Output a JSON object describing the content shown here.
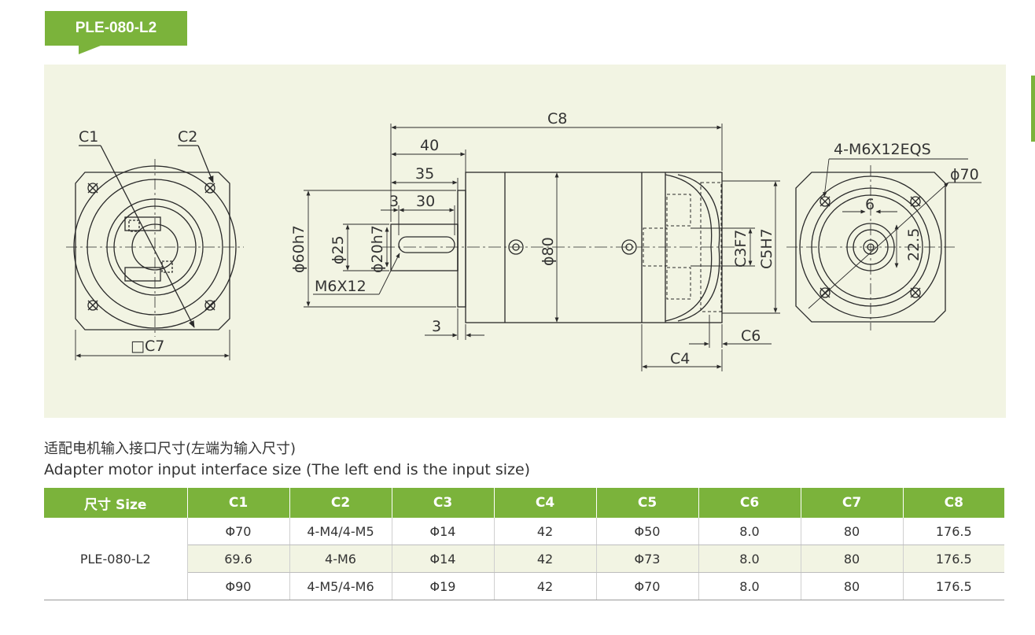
{
  "colors": {
    "accent": "#7bb33b",
    "panel": "#f2f4e3",
    "line": "#2a2a2a"
  },
  "header": {
    "model_tag": "PLE-080-L2"
  },
  "drawing": {
    "labels": {
      "c1": "C1",
      "c2": "C2",
      "c7": "□C7",
      "c8": "C8",
      "d40": "40",
      "d35": "35",
      "d3a": "3",
      "d30": "30",
      "d3b": "3",
      "phi60": "ϕ60h7",
      "phi25": "ϕ25",
      "phi20": "ϕ20h7",
      "m6x12": "M6X12",
      "phi80": "ϕ80",
      "c3f7": "C3F7",
      "c5h7": "C5H7",
      "c6": "C6",
      "c4": "C4",
      "holes": "4-M6X12EQS",
      "phi70": "ϕ70",
      "d6": "6",
      "d22_5": "22.5"
    }
  },
  "section": {
    "title_cn": "适配电机输入接口尺寸(左端为输入尺寸)",
    "title_en": "Adapter motor input interface size (The left end is the input size)"
  },
  "table": {
    "headers": [
      "尺寸 Size",
      "C1",
      "C2",
      "C3",
      "C4",
      "C5",
      "C6",
      "C7",
      "C8"
    ],
    "model": "PLE-080-L2",
    "rows": [
      [
        "Φ70",
        "4-M4/4-M5",
        "Φ14",
        "42",
        "Φ50",
        "8.0",
        "80",
        "176.5"
      ],
      [
        "69.6",
        "4-M6",
        "Φ14",
        "42",
        "Φ73",
        "8.0",
        "80",
        "176.5"
      ],
      [
        "Φ90",
        "4-M5/4-M6",
        "Φ19",
        "42",
        "Φ70",
        "8.0",
        "80",
        "176.5"
      ]
    ]
  }
}
